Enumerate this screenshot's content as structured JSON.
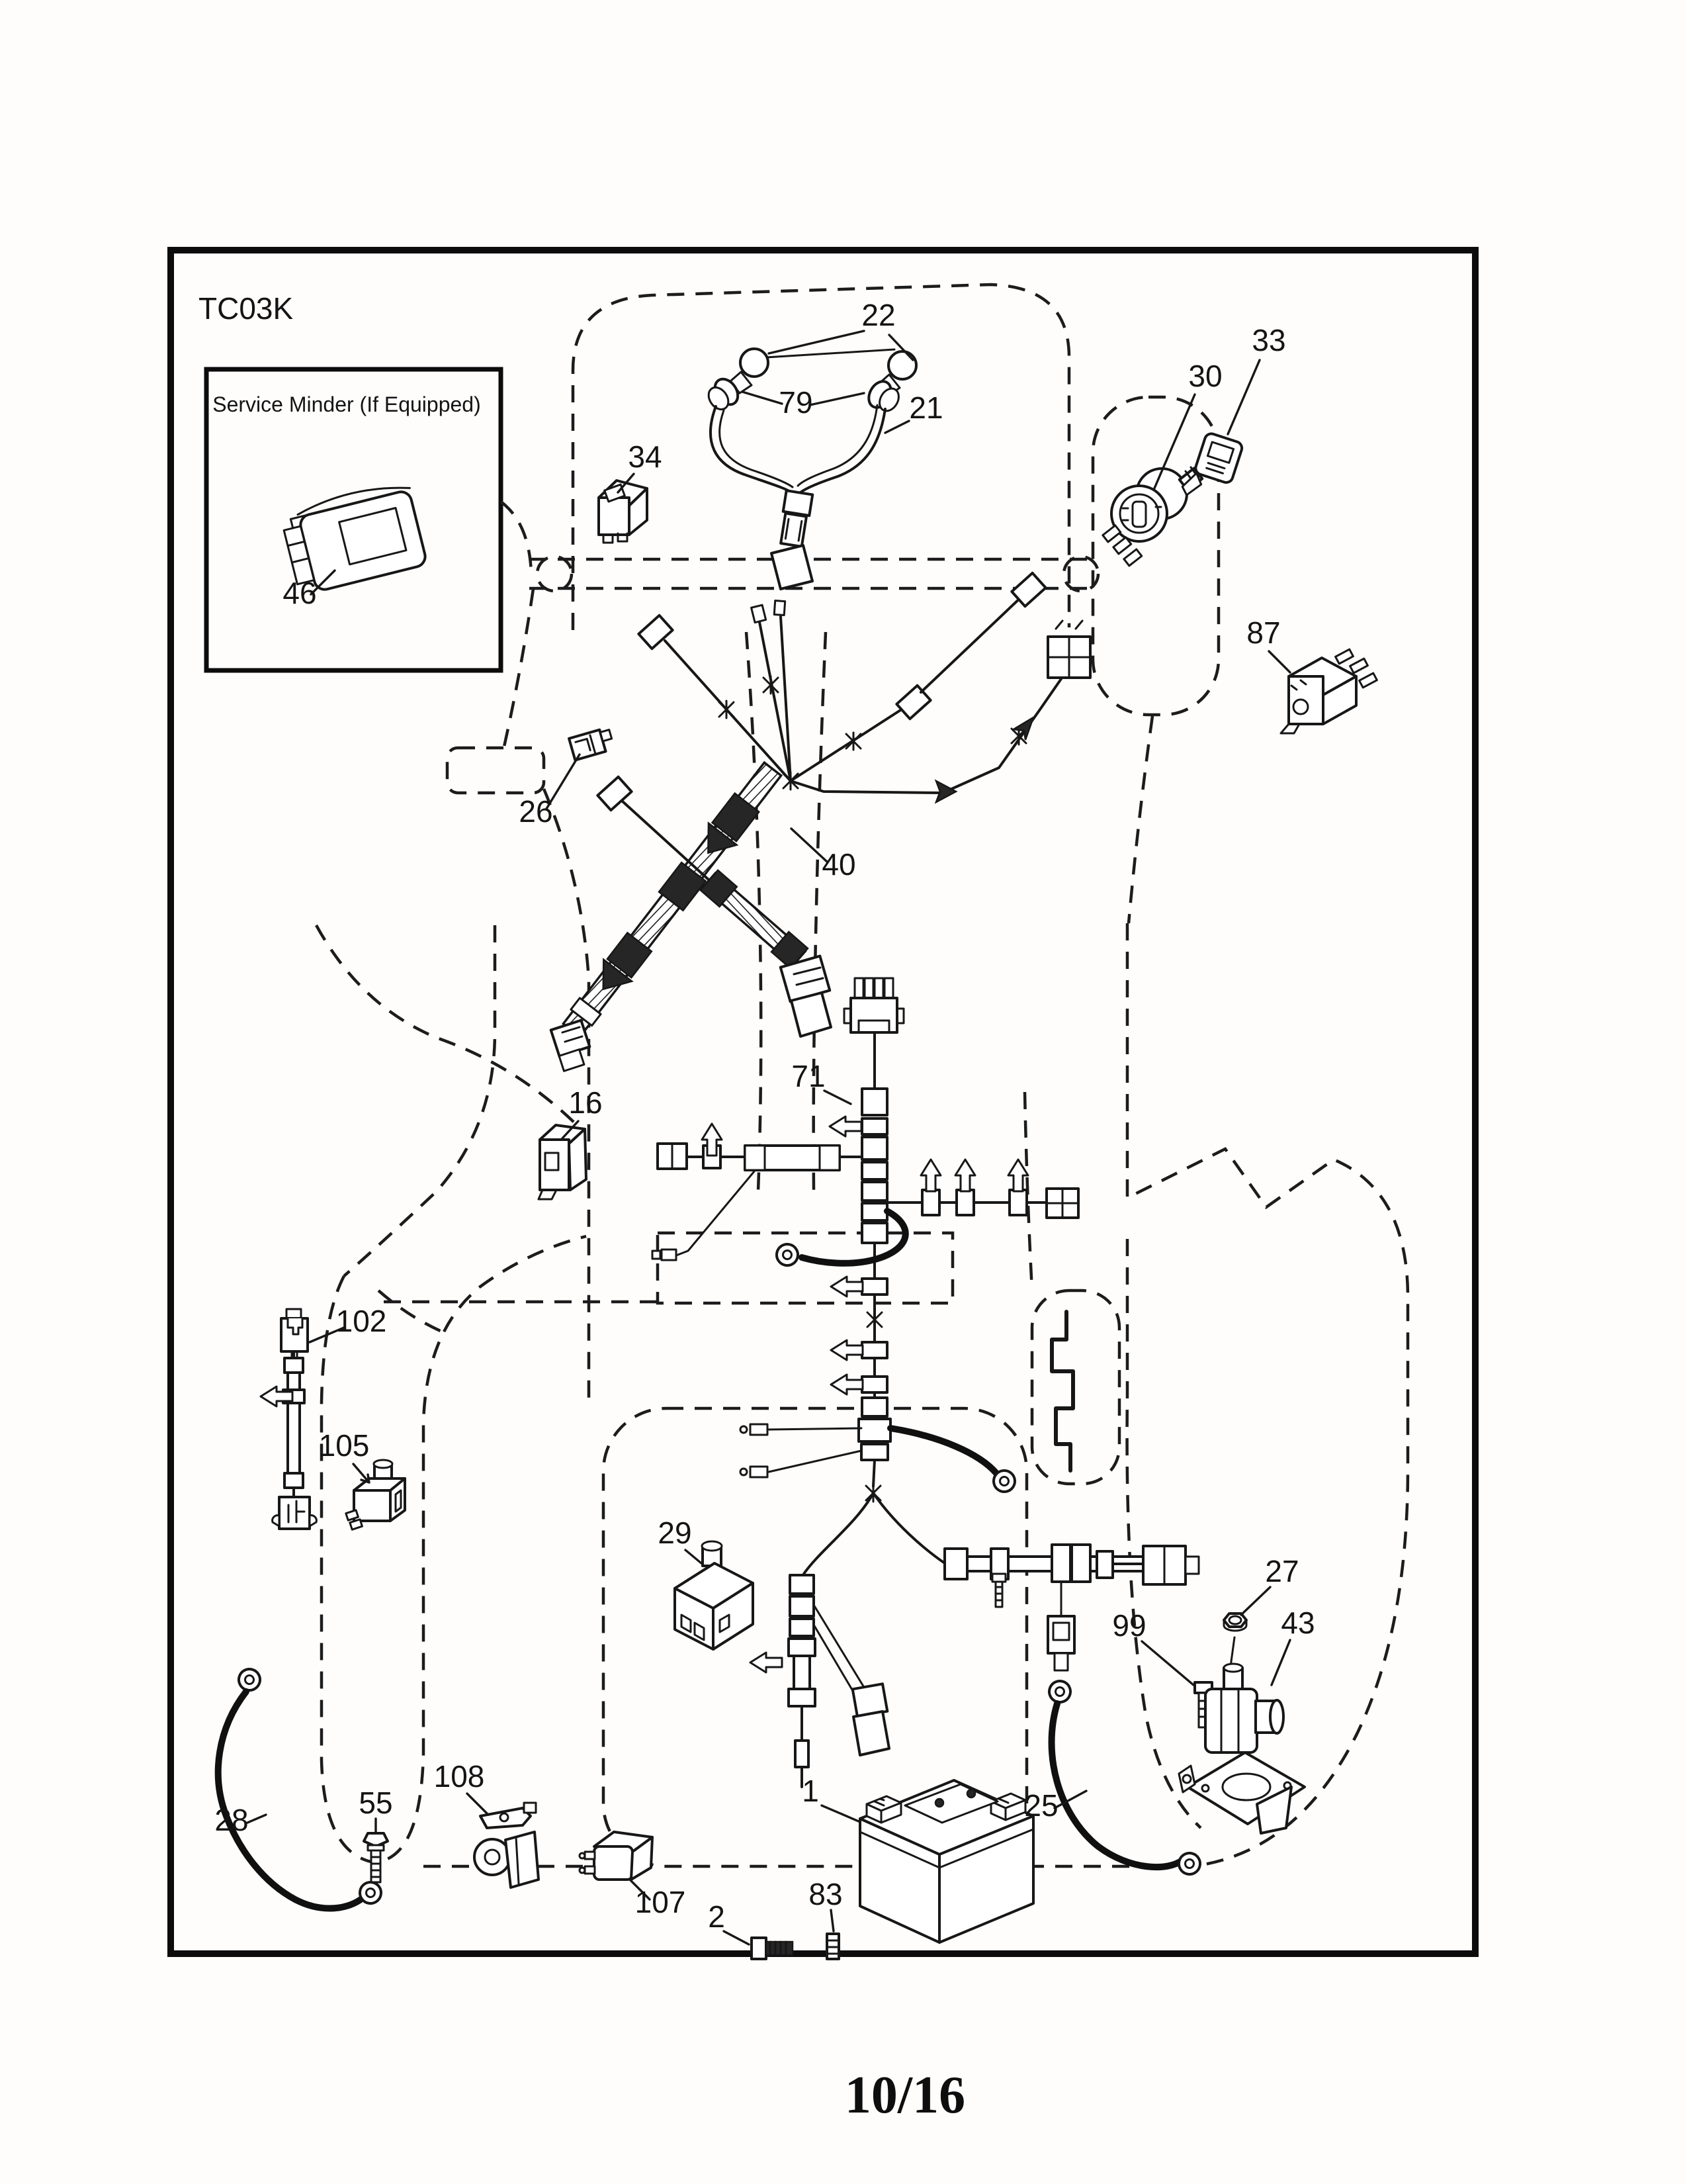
{
  "page": {
    "diagram_code": "TC03K",
    "page_number": "10/16"
  },
  "inset": {
    "label": "Service Minder (If Equipped)"
  },
  "callouts": {
    "c1": "1",
    "c2": "2",
    "c16": "16",
    "c21": "21",
    "c22": "22",
    "c25": "25",
    "c26": "26",
    "c27": "27",
    "c28": "28",
    "c29": "29",
    "c30": "30",
    "c33": "33",
    "c34": "34",
    "c40": "40",
    "c43": "43",
    "c46": "46",
    "c55": "55",
    "c71": "71",
    "c79": "79",
    "c83": "83",
    "c87": "87",
    "c99": "99",
    "c102": "102",
    "c105": "105",
    "c107": "107",
    "c108": "108"
  }
}
